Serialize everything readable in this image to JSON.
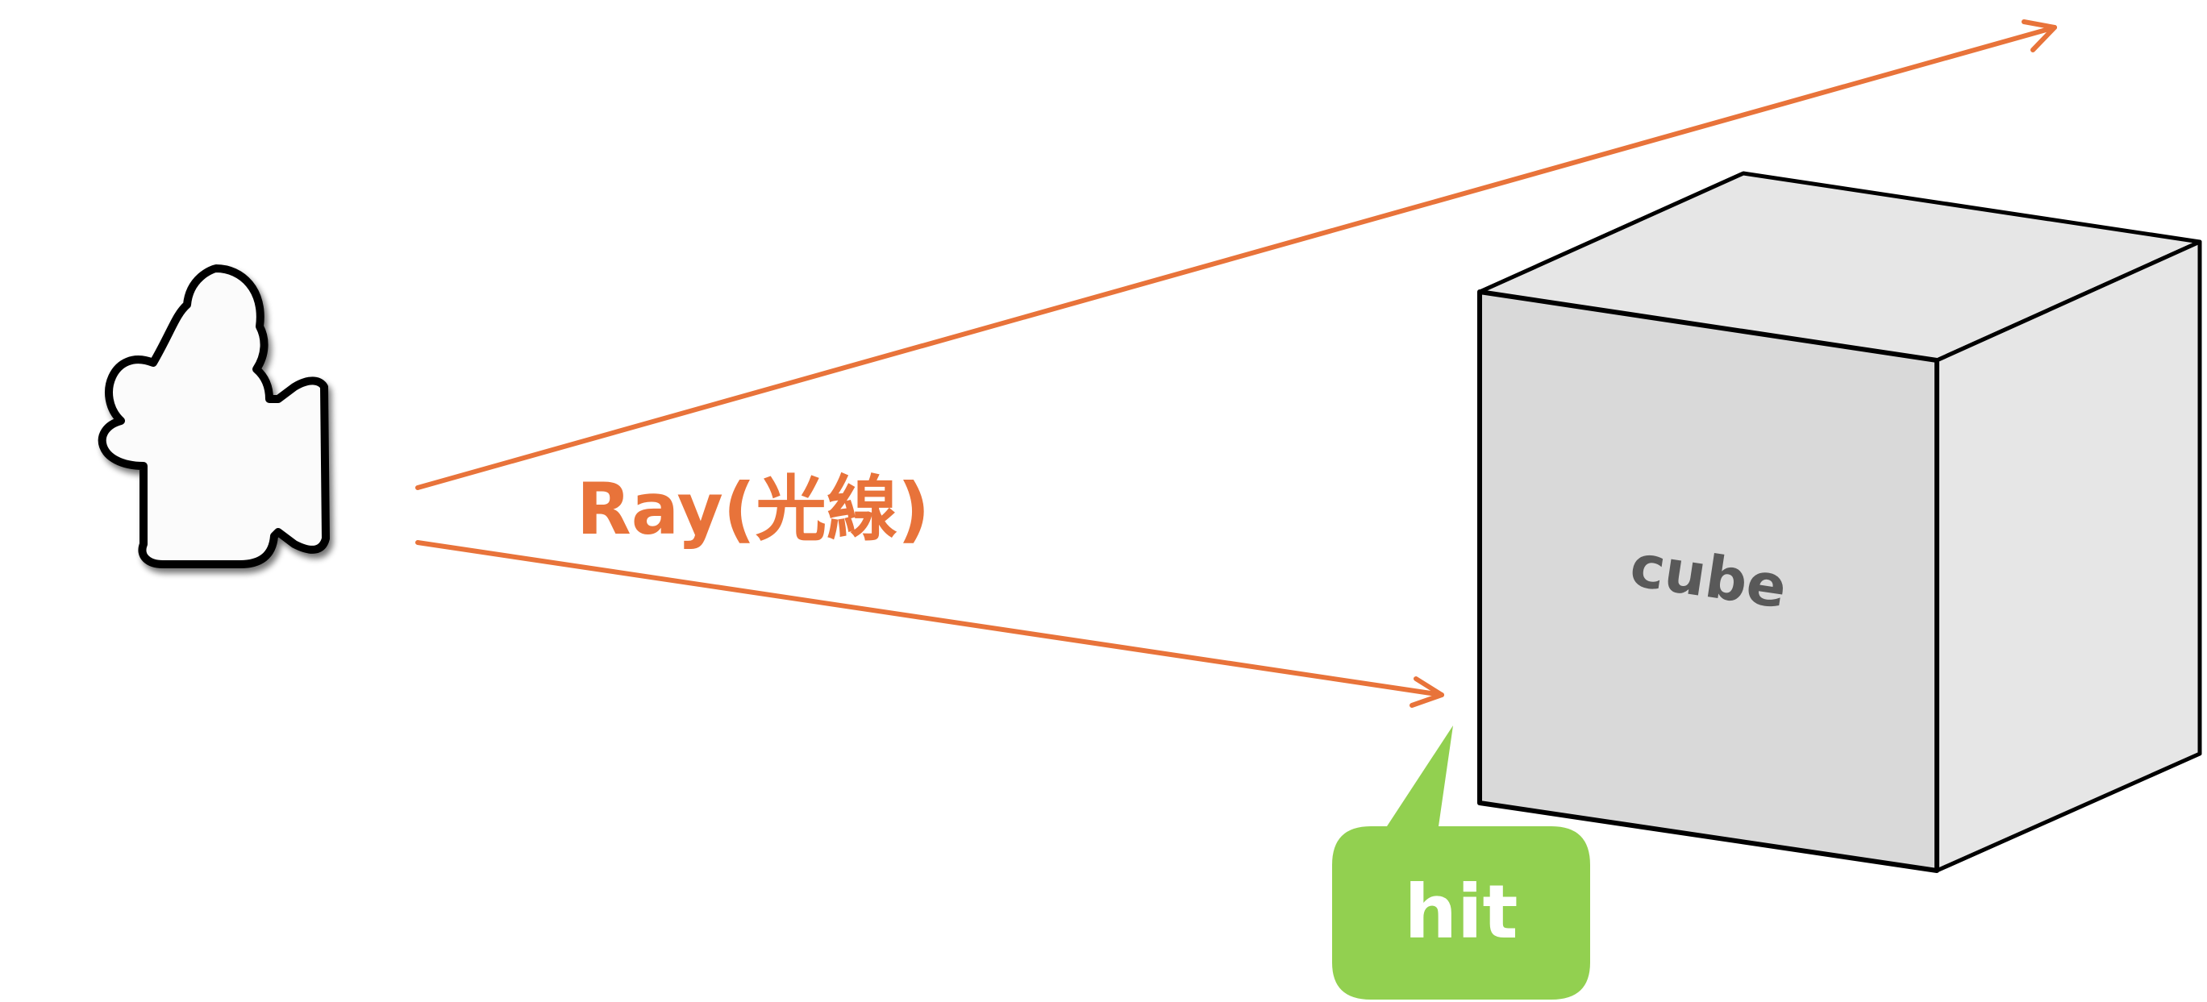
{
  "ray": {
    "label": "Ray(光線)"
  },
  "cube": {
    "label": "cube"
  },
  "hit": {
    "label": "hit"
  },
  "icons": {
    "camera": "video-camera-icon"
  },
  "colors": {
    "ray": "#E8733A",
    "hit_bubble": "#92D050",
    "hit_text": "#FFFFFF",
    "cube_label": "#595959",
    "cube_front": "#D9D9D9",
    "cube_top": "#E6E6E6",
    "cube_side": "#E6E6E6",
    "cube_edge": "#000000"
  }
}
